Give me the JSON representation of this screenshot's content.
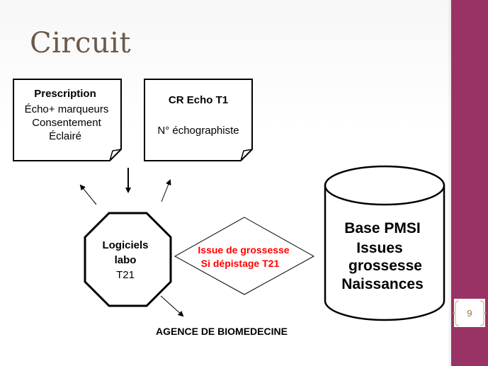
{
  "title": "Circuit",
  "colors": {
    "accent": "#993366",
    "title": "#6b5a4a",
    "highlight": "#ff0000",
    "page_number": "#a0742c"
  },
  "prescription": {
    "line1": "Prescription",
    "line2": "Écho+ marqueurs",
    "line3": "Consentement",
    "line4": "Éclairé"
  },
  "cr_echo": {
    "line1": "CR Echo T1",
    "line2": "N° échographiste"
  },
  "logiciels": {
    "line1": "Logiciels",
    "line2": "labo",
    "line3": "T21"
  },
  "diamond": {
    "line1": "Issue de grossesse",
    "line2": "Si dépistage T21"
  },
  "database": {
    "line1": "Base PMSI",
    "line2": "Issues",
    "line3": "grossesse",
    "line4": "Naissances"
  },
  "agence": "AGENCE DE BIOMEDECINE",
  "page_number": "9"
}
